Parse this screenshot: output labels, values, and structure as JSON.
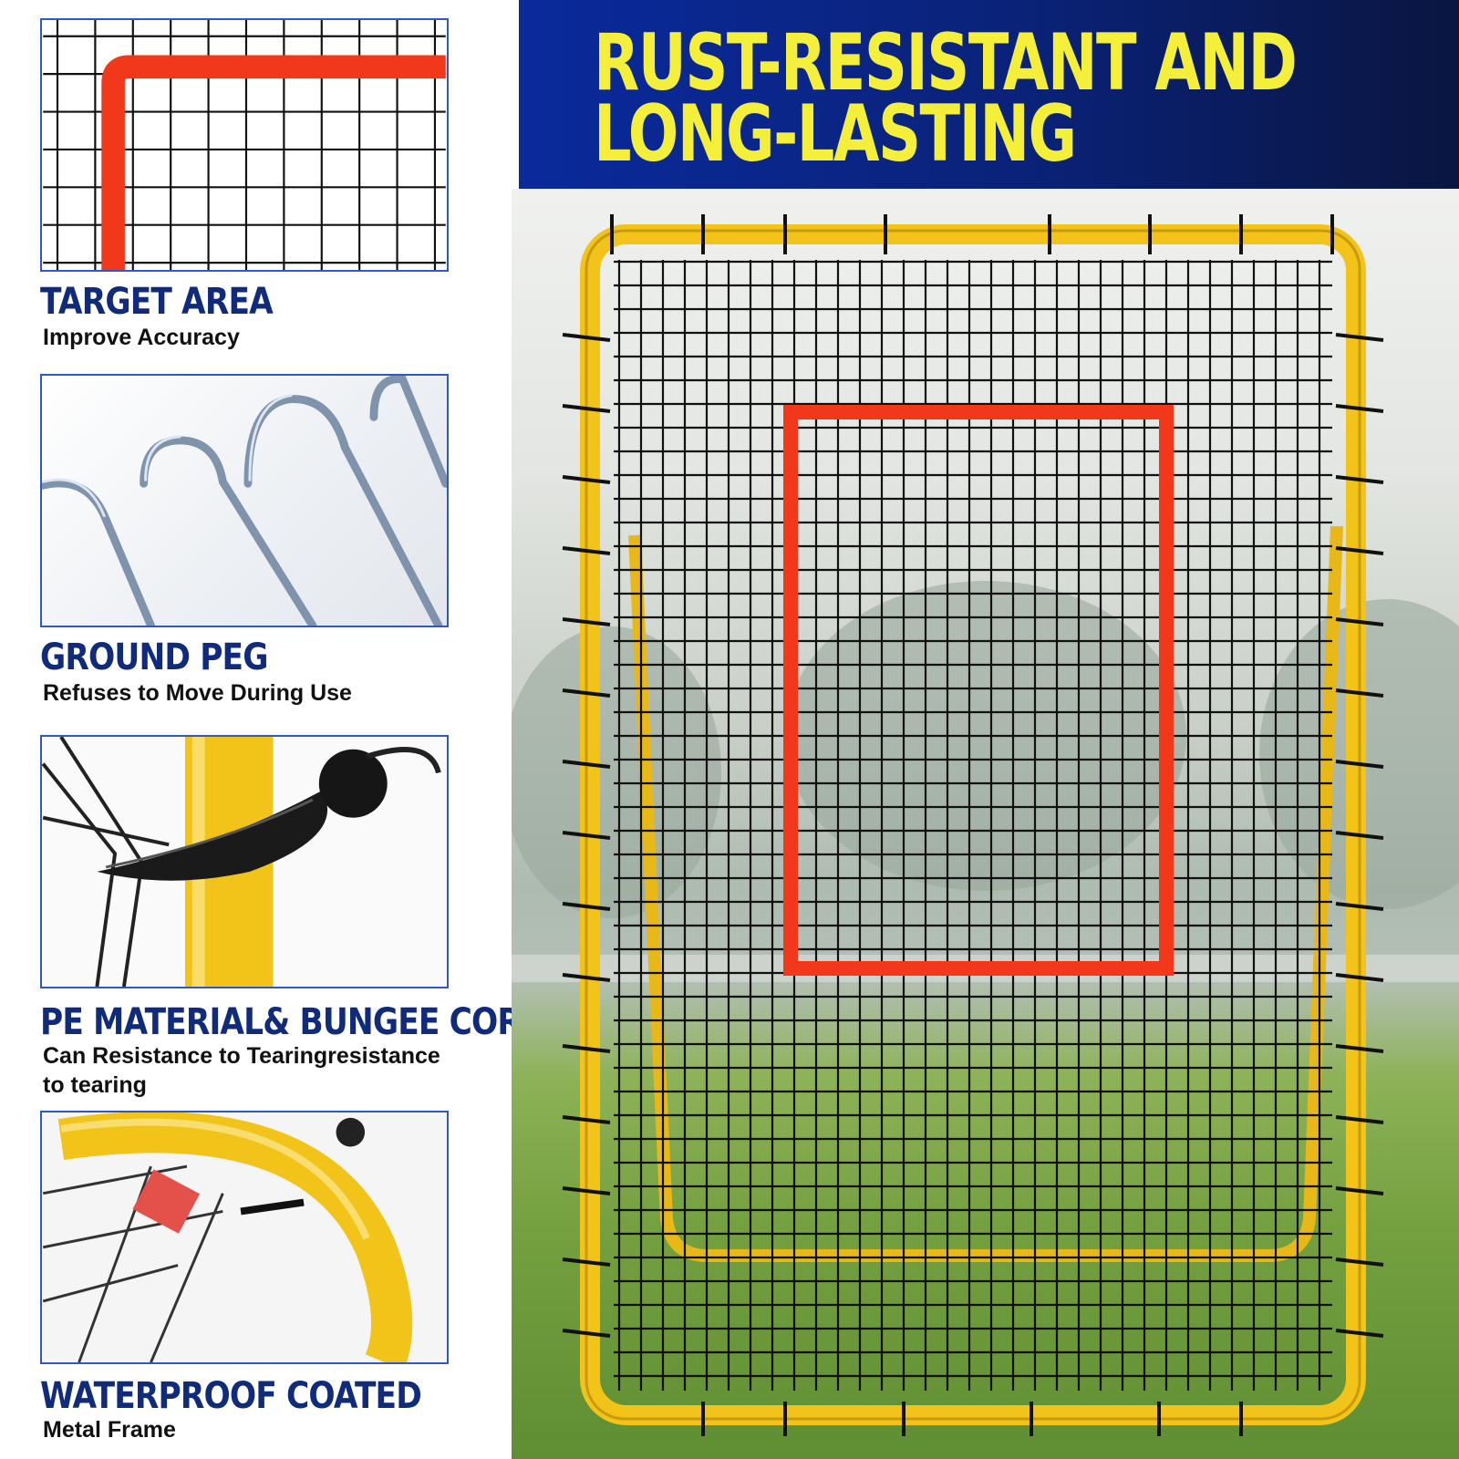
{
  "banner": {
    "line1": "RUST-RESISTANT AND",
    "line2": "LONG-LASTING"
  },
  "features": [
    {
      "title": "TARGET AREA",
      "subtitle": "Improve Accuracy"
    },
    {
      "title": "GROUND PEG",
      "subtitle": "Refuses to Move  During Use"
    },
    {
      "title": "PE MATERIAL& BUNGEE CORDS",
      "subtitle": "Can Resistance to   Tearingresistance",
      "subtitle2": "to tearing"
    },
    {
      "title": "WATERPROOF COATED",
      "subtitle": "Metal Frame"
    }
  ],
  "colors": {
    "accent_blue": "#102a7c",
    "panel_border": "#2f57c7",
    "banner_text": "#f4ef3b",
    "frame_yellow": "#f2c419",
    "target_red": "#f2381a",
    "net_black": "#111111"
  },
  "icons": [
    "net-mesh-closeup",
    "ground-peg-hooks",
    "bungee-cord-knot",
    "frame-corner-closeup"
  ]
}
